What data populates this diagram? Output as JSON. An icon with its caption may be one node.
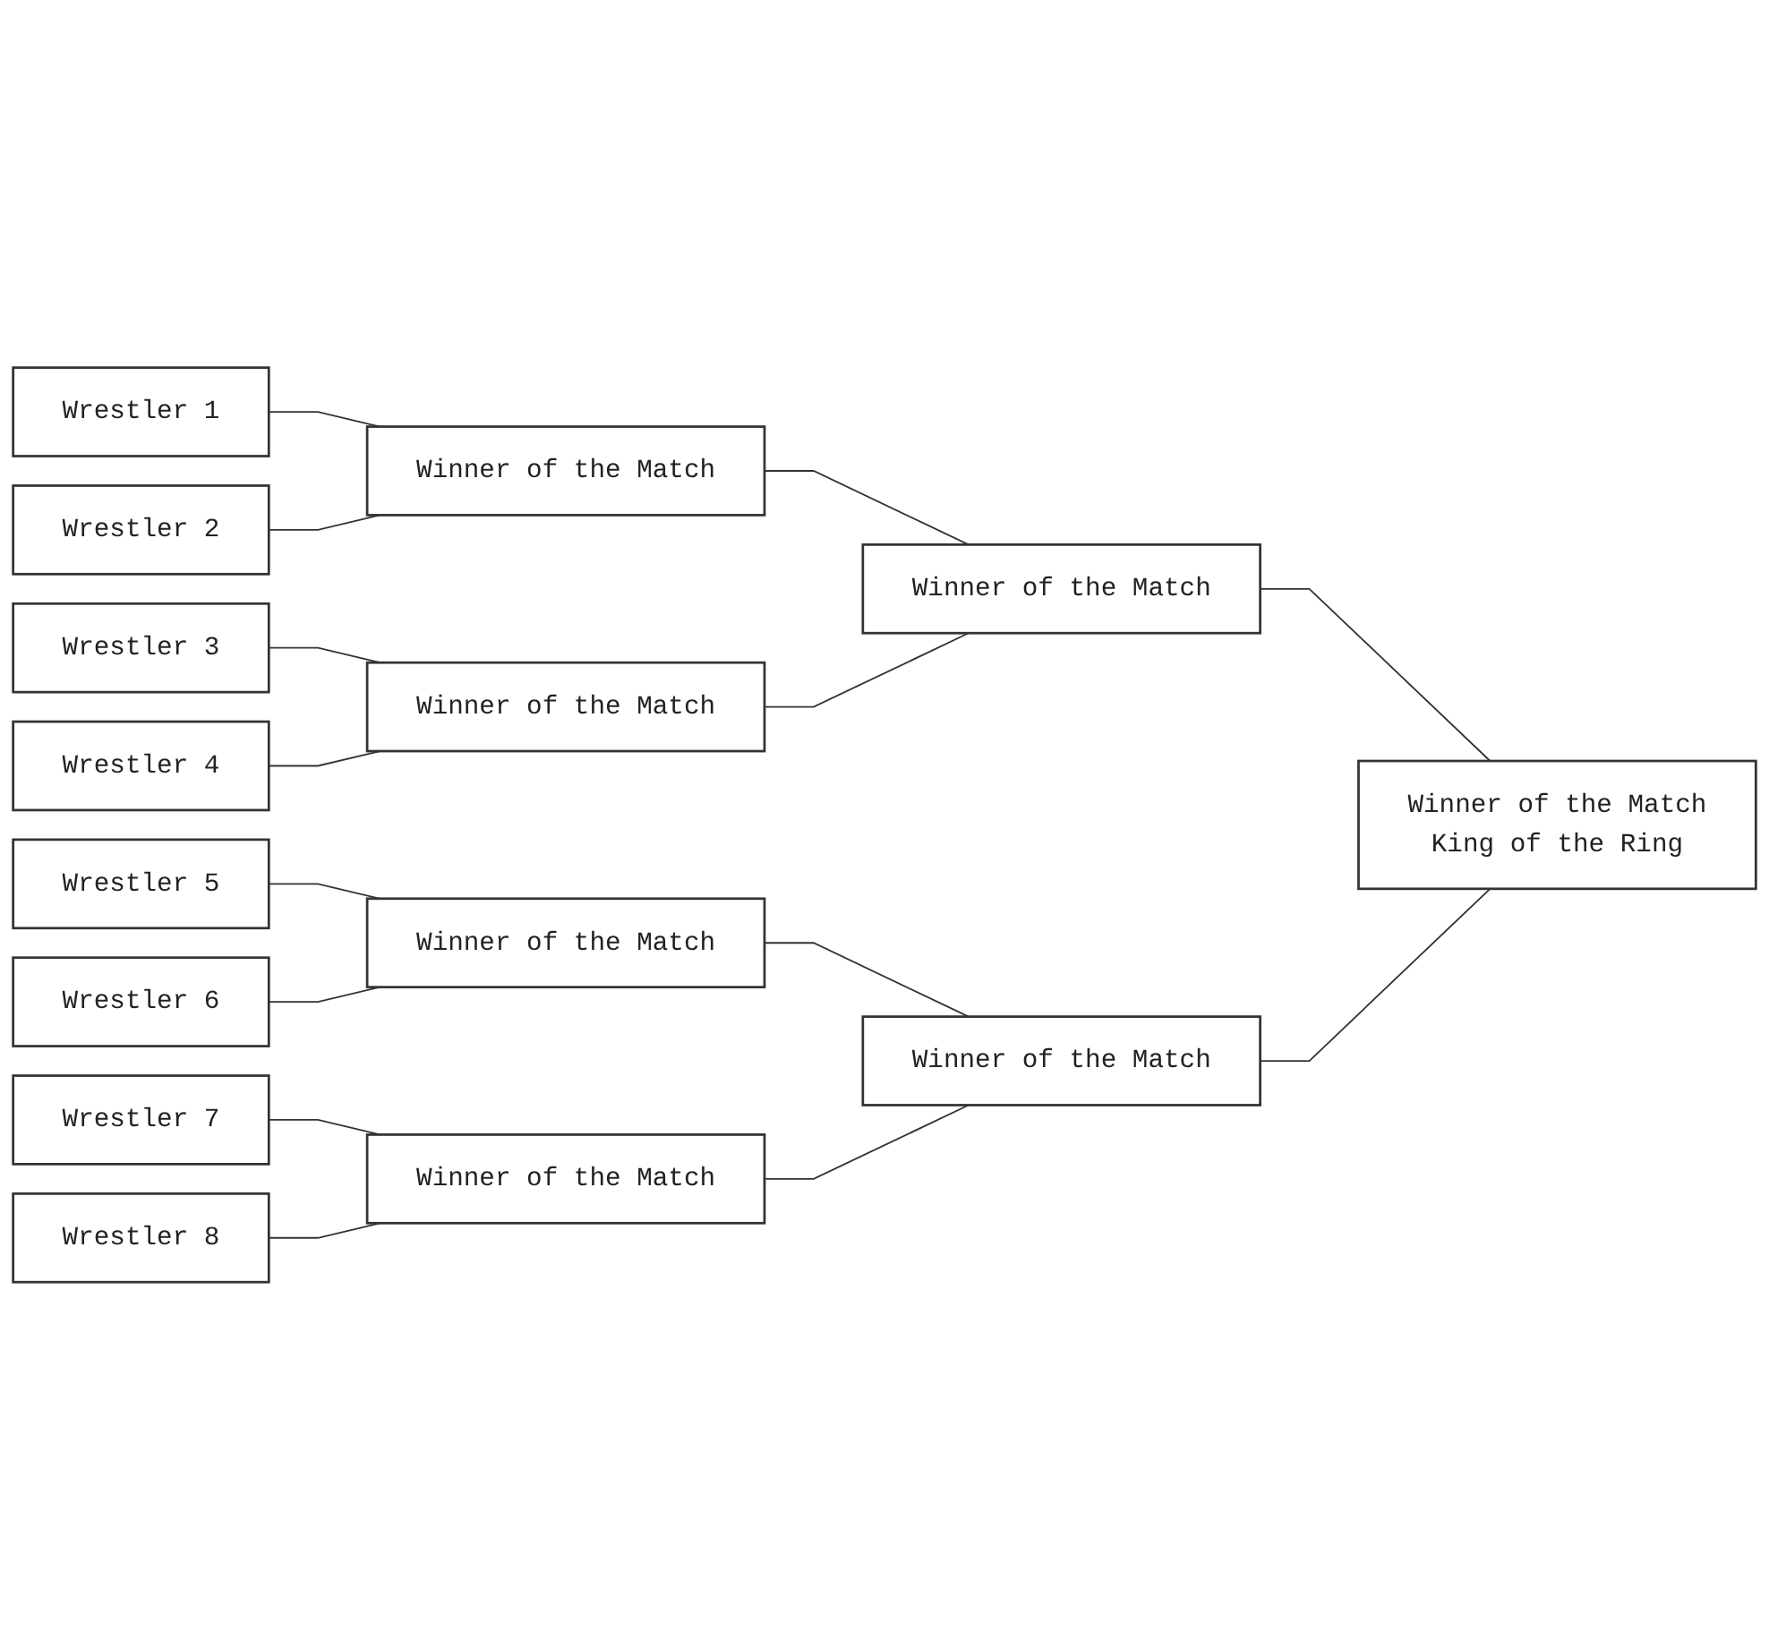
{
  "diagram": {
    "nodes": [
      {
        "text": [
          "Wrestler 1"
        ]
      },
      {
        "text": [
          "Wrestler 2"
        ]
      },
      {
        "text": [
          "Wrestler 3"
        ]
      },
      {
        "text": [
          "Wrestler 4"
        ]
      },
      {
        "text": [
          "Wrestler 5"
        ]
      },
      {
        "text": [
          "Wrestler 6"
        ]
      },
      {
        "text": [
          "Wrestler 7"
        ]
      },
      {
        "text": [
          "Wrestler 8"
        ]
      },
      {
        "text": [
          "Winner of the Match"
        ]
      },
      {
        "text": [
          "Winner of the Match"
        ]
      },
      {
        "text": [
          "Winner of the Match"
        ]
      },
      {
        "text": [
          "Winner of the Match"
        ]
      },
      {
        "text": [
          "Winner of the Match"
        ]
      },
      {
        "text": [
          "Winner of the Match"
        ]
      },
      {
        "text": [
          "Winner of the Match",
          "King of the Ring"
        ]
      }
    ],
    "edges": [
      {
        "from": 0,
        "to": 8,
        "arrow": "none"
      },
      {
        "from": 1,
        "to": 8,
        "arrow": "none"
      },
      {
        "from": 2,
        "to": 9,
        "arrow": "none"
      },
      {
        "from": 3,
        "to": 9,
        "arrow": "none"
      },
      {
        "from": 4,
        "to": 10,
        "arrow": "none"
      },
      {
        "from": 5,
        "to": 10,
        "arrow": "none"
      },
      {
        "from": 6,
        "to": 11,
        "arrow": "none"
      },
      {
        "from": 7,
        "to": 11,
        "arrow": "none"
      },
      {
        "from": 8,
        "to": 12,
        "arrow": "none"
      },
      {
        "from": 9,
        "to": 12,
        "arrow": "none"
      },
      {
        "from": 10,
        "to": 13,
        "arrow": "none"
      },
      {
        "from": 11,
        "to": 13,
        "arrow": "none"
      },
      {
        "from": 12,
        "to": 14,
        "arrow": "none"
      },
      {
        "from": 13,
        "to": 14,
        "arrow": "none"
      }
    ]
  }
}
